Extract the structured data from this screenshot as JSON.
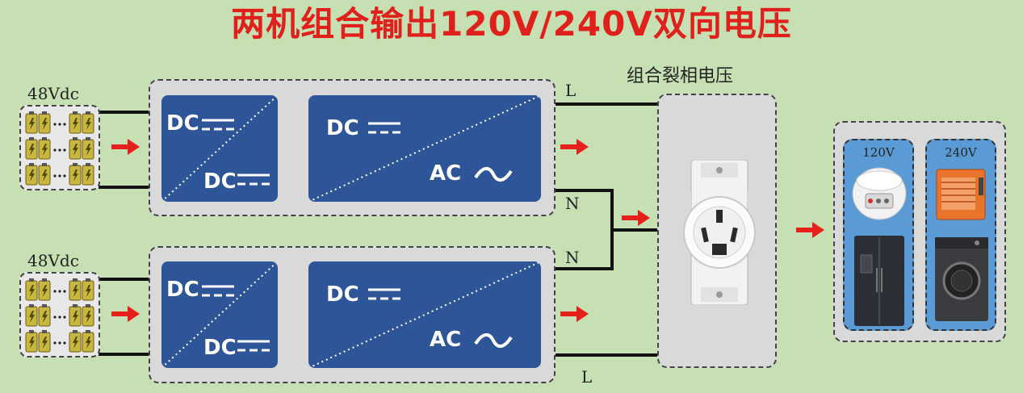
{
  "title": "两机组合输出120V/240V双向电压",
  "battery_label": "48Vdc",
  "dc_label": "DC",
  "ac_label": "AC",
  "split_label": "组合裂相电压",
  "line_L": "L",
  "line_N": "N",
  "v120": "120V",
  "v240": "240V",
  "colors": {
    "background": "#c6e0b4",
    "title": "#e0201b",
    "converter": "#2e5597",
    "arrow": "#e8201b",
    "appliance_box": "#5b9bd5"
  }
}
